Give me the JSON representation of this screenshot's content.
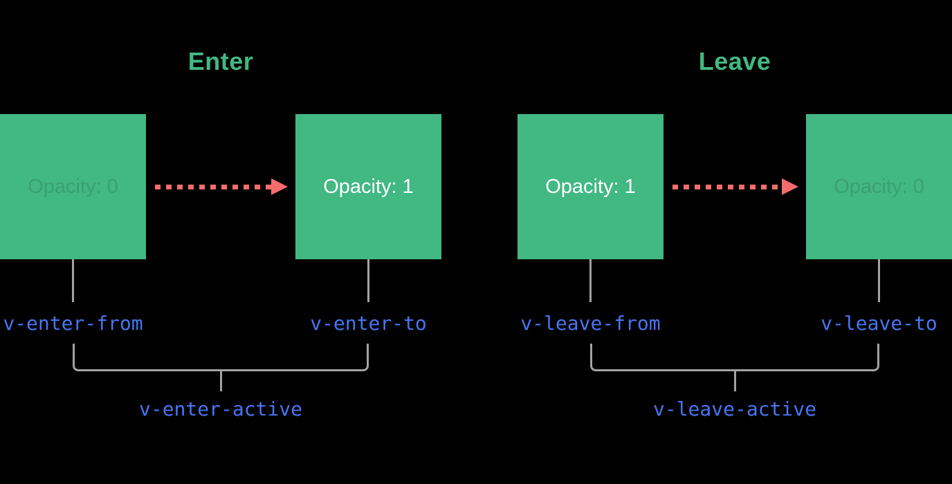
{
  "colors": {
    "background": "#000000",
    "green": "#42b883",
    "blue": "#4875f2",
    "red": "#f56c6c",
    "gray": "#a3a3a3",
    "white": "#ffffff"
  },
  "enter": {
    "title": "Enter",
    "from_box": {
      "label": "Opacity: 0",
      "state": "faint"
    },
    "to_box": {
      "label": "Opacity: 1",
      "state": "solid"
    },
    "from_class": "v-enter-from",
    "to_class": "v-enter-to",
    "active_class": "v-enter-active"
  },
  "leave": {
    "title": "Leave",
    "from_box": {
      "label": "Opacity: 1",
      "state": "solid"
    },
    "to_box": {
      "label": "Opacity: 0",
      "state": "faint"
    },
    "from_class": "v-leave-from",
    "to_class": "v-leave-to",
    "active_class": "v-leave-active"
  }
}
